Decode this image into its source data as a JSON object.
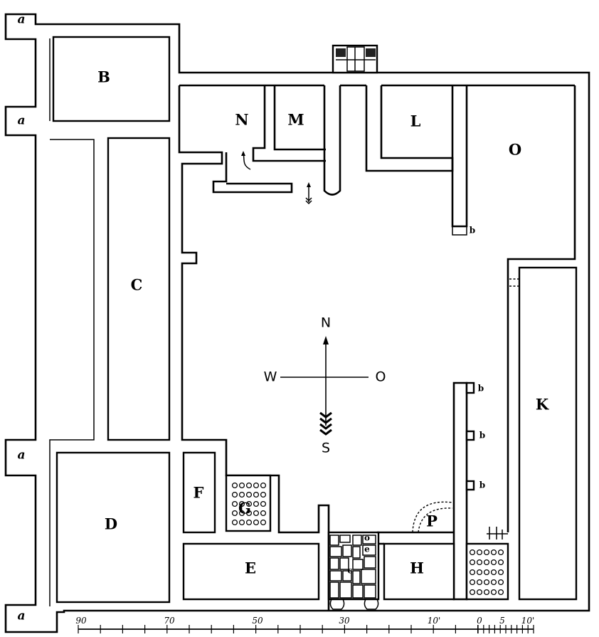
{
  "plan": {
    "rooms": {
      "B": "B",
      "C": "C",
      "D": "D",
      "E": "E",
      "F": "F",
      "G": "G",
      "H": "H",
      "K": "K",
      "L": "L",
      "M": "M",
      "N": "N",
      "O": "O",
      "P": "P"
    },
    "towers": {
      "a1": "a",
      "a2": "a",
      "a3": "a",
      "a4": "a"
    },
    "posts": {
      "b1": "b",
      "b2": "b",
      "b3": "b",
      "b4": "b"
    },
    "gate_marks": {
      "o": "o",
      "e": "e",
      "c": "c"
    },
    "compass": {
      "north": "N",
      "west": "W",
      "east": "O",
      "south": "S"
    }
  },
  "scale_bar": {
    "ticks": [
      "90",
      "70",
      "50",
      "30",
      "10'",
      "0",
      "5",
      "10'"
    ]
  }
}
